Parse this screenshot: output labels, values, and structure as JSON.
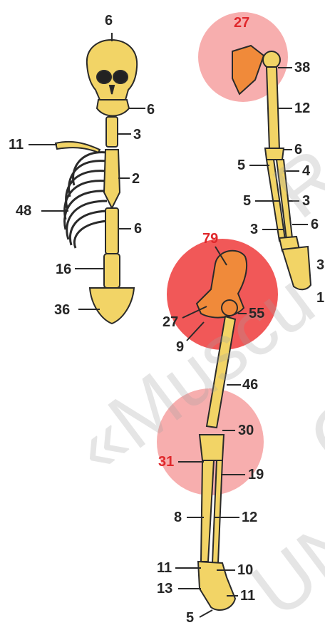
{
  "colors": {
    "bone": "#f2d466",
    "bone_stroke": "#2a2a2a",
    "highlight_bone": "#f08a3a",
    "highlight_circle_light": "#f6a0a0",
    "highlight_circle_strong": "#ee3b3b",
    "label_red": "#e0282c",
    "label_dark": "#262626"
  },
  "axial_labels": {
    "skull": "6",
    "mandible": "6",
    "clavicle": "11",
    "cervical": "3",
    "sternum": "2",
    "ribs": "48",
    "thoracic": "6",
    "lumbar": "16",
    "sacrum": "36"
  },
  "arm_labels": {
    "scapula": "27",
    "humerus_head": "38",
    "humerus": "12",
    "elbow": "6",
    "ulna_upper": "5",
    "radius_upper": "4",
    "ulna_mid": "5",
    "radius_mid": "3",
    "ulna_low": "3",
    "radius_low": "6",
    "hand_right": "3",
    "finger": "1"
  },
  "leg_labels": {
    "hip_top": "79",
    "hip_left": "27",
    "hip_right": "55",
    "hip_low": "9",
    "femur": "46",
    "knee_right": "30",
    "knee_left": "31",
    "fibula_upper": "19",
    "tibia_left": "8",
    "tibia_right": "12",
    "ankle_left": "11",
    "ankle_right": "10",
    "foot_left": "13",
    "foot_right": "11",
    "toe": "5"
  },
  "watermark": {
    "line1": "«Muscu",
    "line2": "Re",
    "line3": "UN",
    "line4": "C"
  }
}
